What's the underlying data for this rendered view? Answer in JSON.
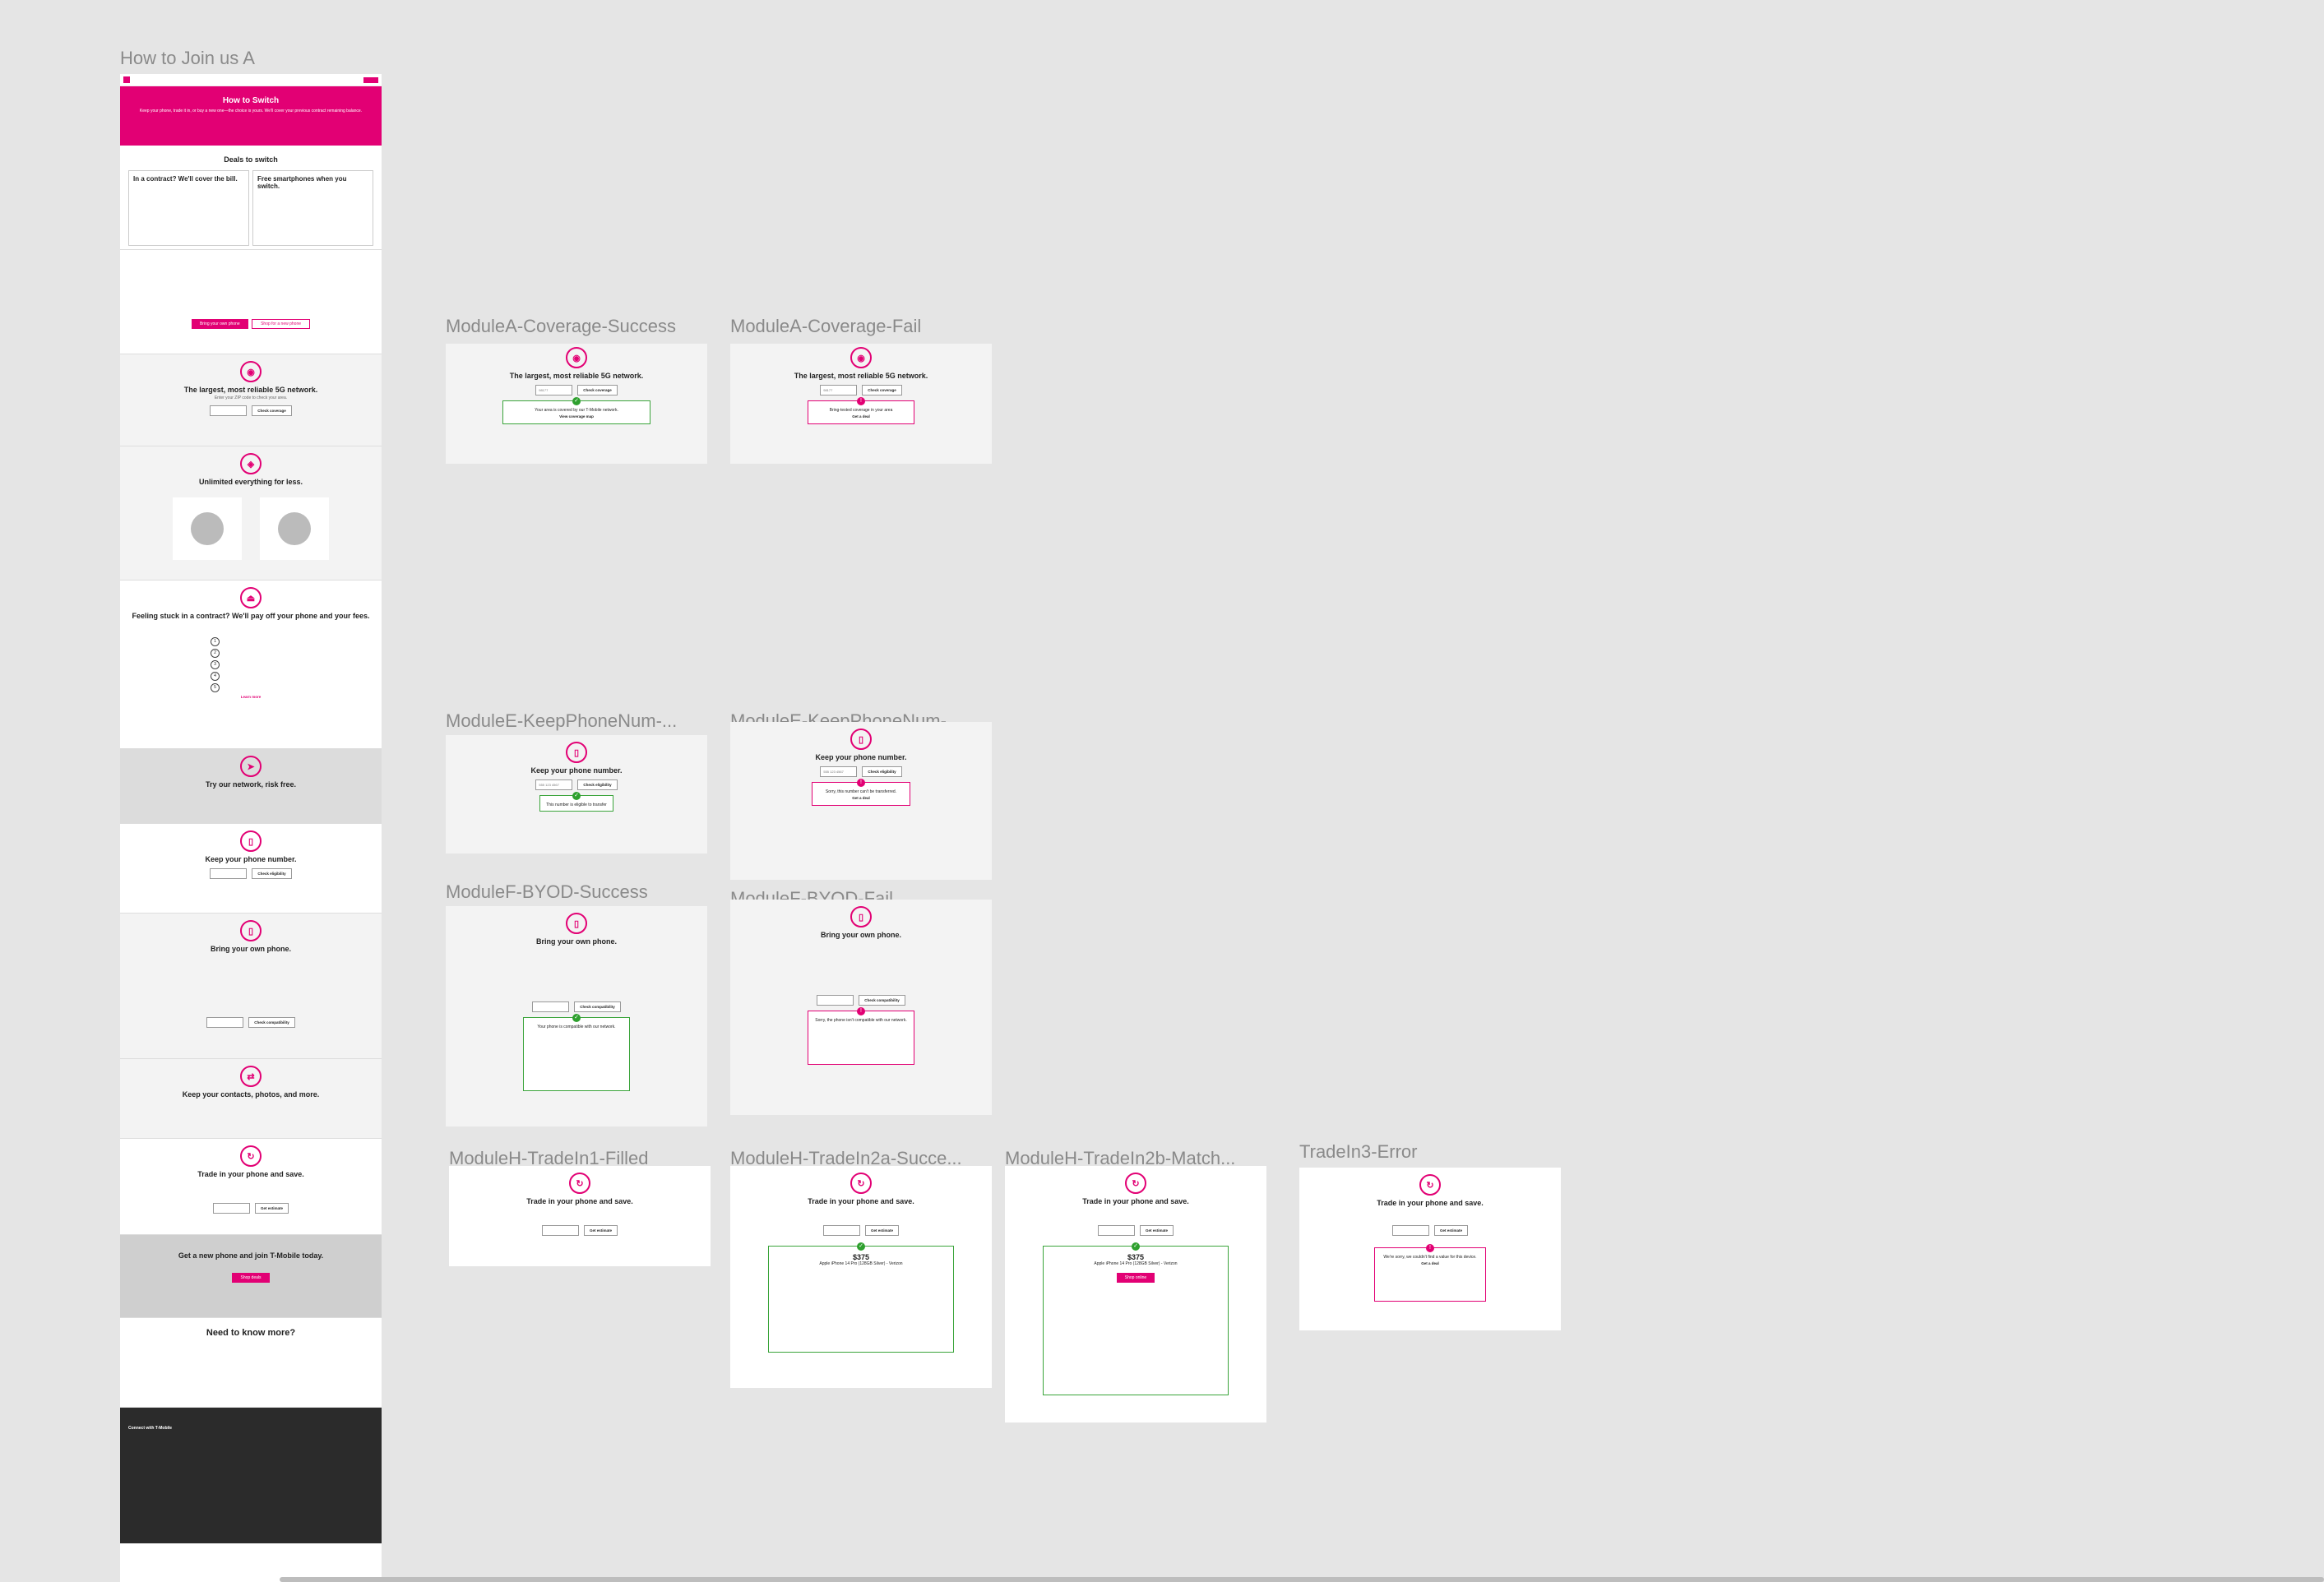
{
  "frames": {
    "main": "How to Join us A",
    "a_succ": "ModuleA-Coverage-Success",
    "a_fail": "ModuleA-Coverage-Fail",
    "e_succ": "ModuleE-KeepPhoneNum-...",
    "e_fail": "ModuleE-KeepPhoneNum-...",
    "f_succ": "ModuleF-BYOD-Success",
    "f_fail": "ModuleF-BYOD-Fail",
    "h1": "ModuleH-TradeIn1-Filled",
    "h2a": "ModuleH-TradeIn2a-Succe...",
    "h2b": "ModuleH-TradeIn2b-Match...",
    "t3": "TradeIn3-Error"
  },
  "page": {
    "hero_title": "How to Switch",
    "hero_sub": "Keep your phone, trade it in, or buy a new one—the choice is yours. We'll cover your previous contract remaining balance.",
    "deals": "Deals to switch",
    "card1_title": "In a contract? We'll cover the bill.",
    "card2_title": "Free smartphones when you switch.",
    "btn_primary": "Bring your own phone",
    "btn_secondary": "Shop for a new phone",
    "network": "The largest, most reliable 5G network.",
    "network_sub": "Enter your ZIP code to check your area.",
    "check_coverage": "Check coverage",
    "unlimited": "Unlimited everything for less.",
    "stuck": "Feeling stuck in a contract? We'll pay off your phone and your fees.",
    "try": "Try our network, risk free.",
    "keep": "Keep your phone number.",
    "check_eligibility": "Check eligibility",
    "byo": "Bring your own phone.",
    "check_compat": "Check compatibility",
    "contacts": "Keep your contacts, photos, and more.",
    "trade": "Trade in your phone and save.",
    "get_estimate": "Get estimate",
    "new_phone": "Get a new phone and join T-Mobile today.",
    "shop_deals": "Shop deals",
    "faq": "Need to know more?",
    "learn_more": "Learn more",
    "connect": "Connect with T-Mobile"
  },
  "modules": {
    "zip": "98177",
    "coverage_ok": "Your area is covered by our T-Mobile network.",
    "view_coverage": "View coverage map",
    "coverage_bad": "Bring-tested coverage in your area",
    "phone": "555 123 4567",
    "number_ok": "This number is eligible to transfer",
    "number_bad": "Sorry, this number can't be transferred.",
    "byod_ok": "Your phone is compatible with our network.",
    "byod_bad": "Sorry, the phone isn't compatible with our network.",
    "trade_value": "$375",
    "trade_device": "Apple iPhone 14 Pro (128GB Silver) - Verizon",
    "trade_error": "We're sorry, we couldn't find a value for this device.",
    "get_deal": "Get a deal",
    "shop_online": "Shop online"
  },
  "colors": {
    "brand": "#e20074",
    "success": "#2ea02e",
    "canvas": "#e5e5e5"
  }
}
